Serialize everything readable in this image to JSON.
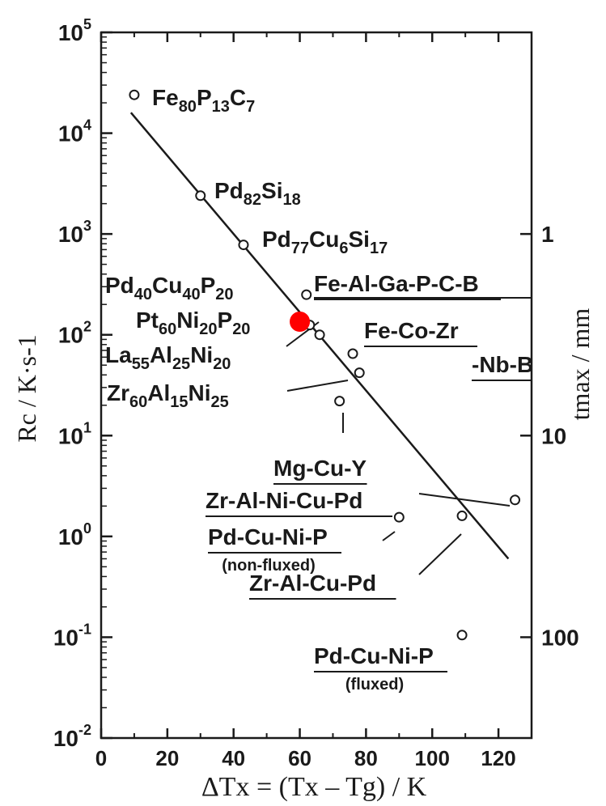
{
  "chart_data": {
    "type": "scatter",
    "xlabel": "ΔTx = (Tx – Tg) / K",
    "ylabel": "Rc / K·s-1",
    "y2label": "tmax / mm",
    "xlim": [
      0,
      130
    ],
    "ylim_log10": [
      -2,
      5
    ],
    "y_scale": "log",
    "x_ticks": [
      "0",
      "20",
      "40",
      "60",
      "80",
      "100",
      "120"
    ],
    "y_ticks": [
      {
        "log10": 5,
        "base": "10",
        "exp": "5"
      },
      {
        "log10": 4,
        "base": "10",
        "exp": "4"
      },
      {
        "log10": 3,
        "base": "10",
        "exp": "3"
      },
      {
        "log10": 2,
        "base": "10",
        "exp": "2"
      },
      {
        "log10": 1,
        "base": "10",
        "exp": "1"
      },
      {
        "log10": 0,
        "base": "10",
        "exp": "0"
      },
      {
        "log10": -1,
        "base": "10",
        "exp": "-1"
      },
      {
        "log10": -2,
        "base": "10",
        "exp": "-2"
      }
    ],
    "y2_ticks": [
      {
        "label": "1",
        "log10": 3.0
      },
      {
        "label": "10",
        "log10": 1.0
      },
      {
        "label": "100",
        "log10": -1.0
      }
    ],
    "fit_line": {
      "x1": 9,
      "y1": 16000,
      "x2": 123,
      "y2": 0.6
    },
    "highlight": {
      "x": 60,
      "y": 135,
      "color": "#ff0000"
    },
    "points": [
      {
        "x": 10,
        "y": 24000,
        "label_parts": [
          {
            "t": "Fe"
          },
          {
            "t": "80",
            "sub": true
          },
          {
            "t": "P"
          },
          {
            "t": "13",
            "sub": true
          },
          {
            "t": "C"
          },
          {
            "t": "7",
            "sub": true
          }
        ]
      },
      {
        "x": 30,
        "y": 2400,
        "label_parts": [
          {
            "t": "Pd"
          },
          {
            "t": "82",
            "sub": true
          },
          {
            "t": "Si"
          },
          {
            "t": "18",
            "sub": true
          }
        ]
      },
      {
        "x": 43,
        "y": 780,
        "label_parts": [
          {
            "t": "Pd"
          },
          {
            "t": "77",
            "sub": true
          },
          {
            "t": "Cu"
          },
          {
            "t": "6",
            "sub": true
          },
          {
            "t": "Si"
          },
          {
            "t": "17",
            "sub": true
          }
        ]
      },
      {
        "x": 62,
        "y": 250,
        "label_parts": [
          {
            "t": "Fe-Al-Ga-P-C-B"
          }
        ]
      },
      {
        "x": 60,
        "y": 150,
        "label_parts": [
          {
            "t": "Pd"
          },
          {
            "t": "40",
            "sub": true
          },
          {
            "t": "Cu"
          },
          {
            "t": "40",
            "sub": true
          },
          {
            "t": "P"
          },
          {
            "t": "20",
            "sub": true
          }
        ]
      },
      {
        "x": 63,
        "y": 125,
        "label_parts": [
          {
            "t": "Pt"
          },
          {
            "t": "60",
            "sub": true
          },
          {
            "t": "Ni"
          },
          {
            "t": "20",
            "sub": true
          },
          {
            "t": "P"
          },
          {
            "t": "20",
            "sub": true
          }
        ]
      },
      {
        "x": 66,
        "y": 100,
        "label_parts": [
          {
            "t": "La"
          },
          {
            "t": "55",
            "sub": true
          },
          {
            "t": "Al"
          },
          {
            "t": "25",
            "sub": true
          },
          {
            "t": "Ni"
          },
          {
            "t": "20",
            "sub": true
          }
        ]
      },
      {
        "x": 76,
        "y": 65,
        "label_parts": [
          {
            "t": "Fe-Co-Zr"
          },
          {
            "t": "-Nb-B"
          }
        ]
      },
      {
        "x": 78,
        "y": 42,
        "label_parts": [
          {
            "t": "Zr"
          },
          {
            "t": "60",
            "sub": true
          },
          {
            "t": "Al"
          },
          {
            "t": "15",
            "sub": true
          },
          {
            "t": "Ni"
          },
          {
            "t": "25",
            "sub": true
          }
        ]
      },
      {
        "x": 72,
        "y": 22,
        "label_parts": [
          {
            "t": "Mg-Cu-Y"
          }
        ]
      },
      {
        "x": 125,
        "y": 2.3,
        "label_parts": [
          {
            "t": "Zr-Al-Ni-Cu-Pd"
          }
        ]
      },
      {
        "x": 90,
        "y": 1.55,
        "label_parts": [
          {
            "t": "Pd-Cu-Ni-P"
          }
        ],
        "note": "(non-fluxed)"
      },
      {
        "x": 109,
        "y": 1.6,
        "label_parts": [
          {
            "t": "Zr-Al-Cu-Pd"
          }
        ]
      },
      {
        "x": 109,
        "y": 0.105,
        "label_parts": [
          {
            "t": "Pd-Cu-Ni-P"
          }
        ],
        "note": "(fluxed)"
      }
    ]
  }
}
